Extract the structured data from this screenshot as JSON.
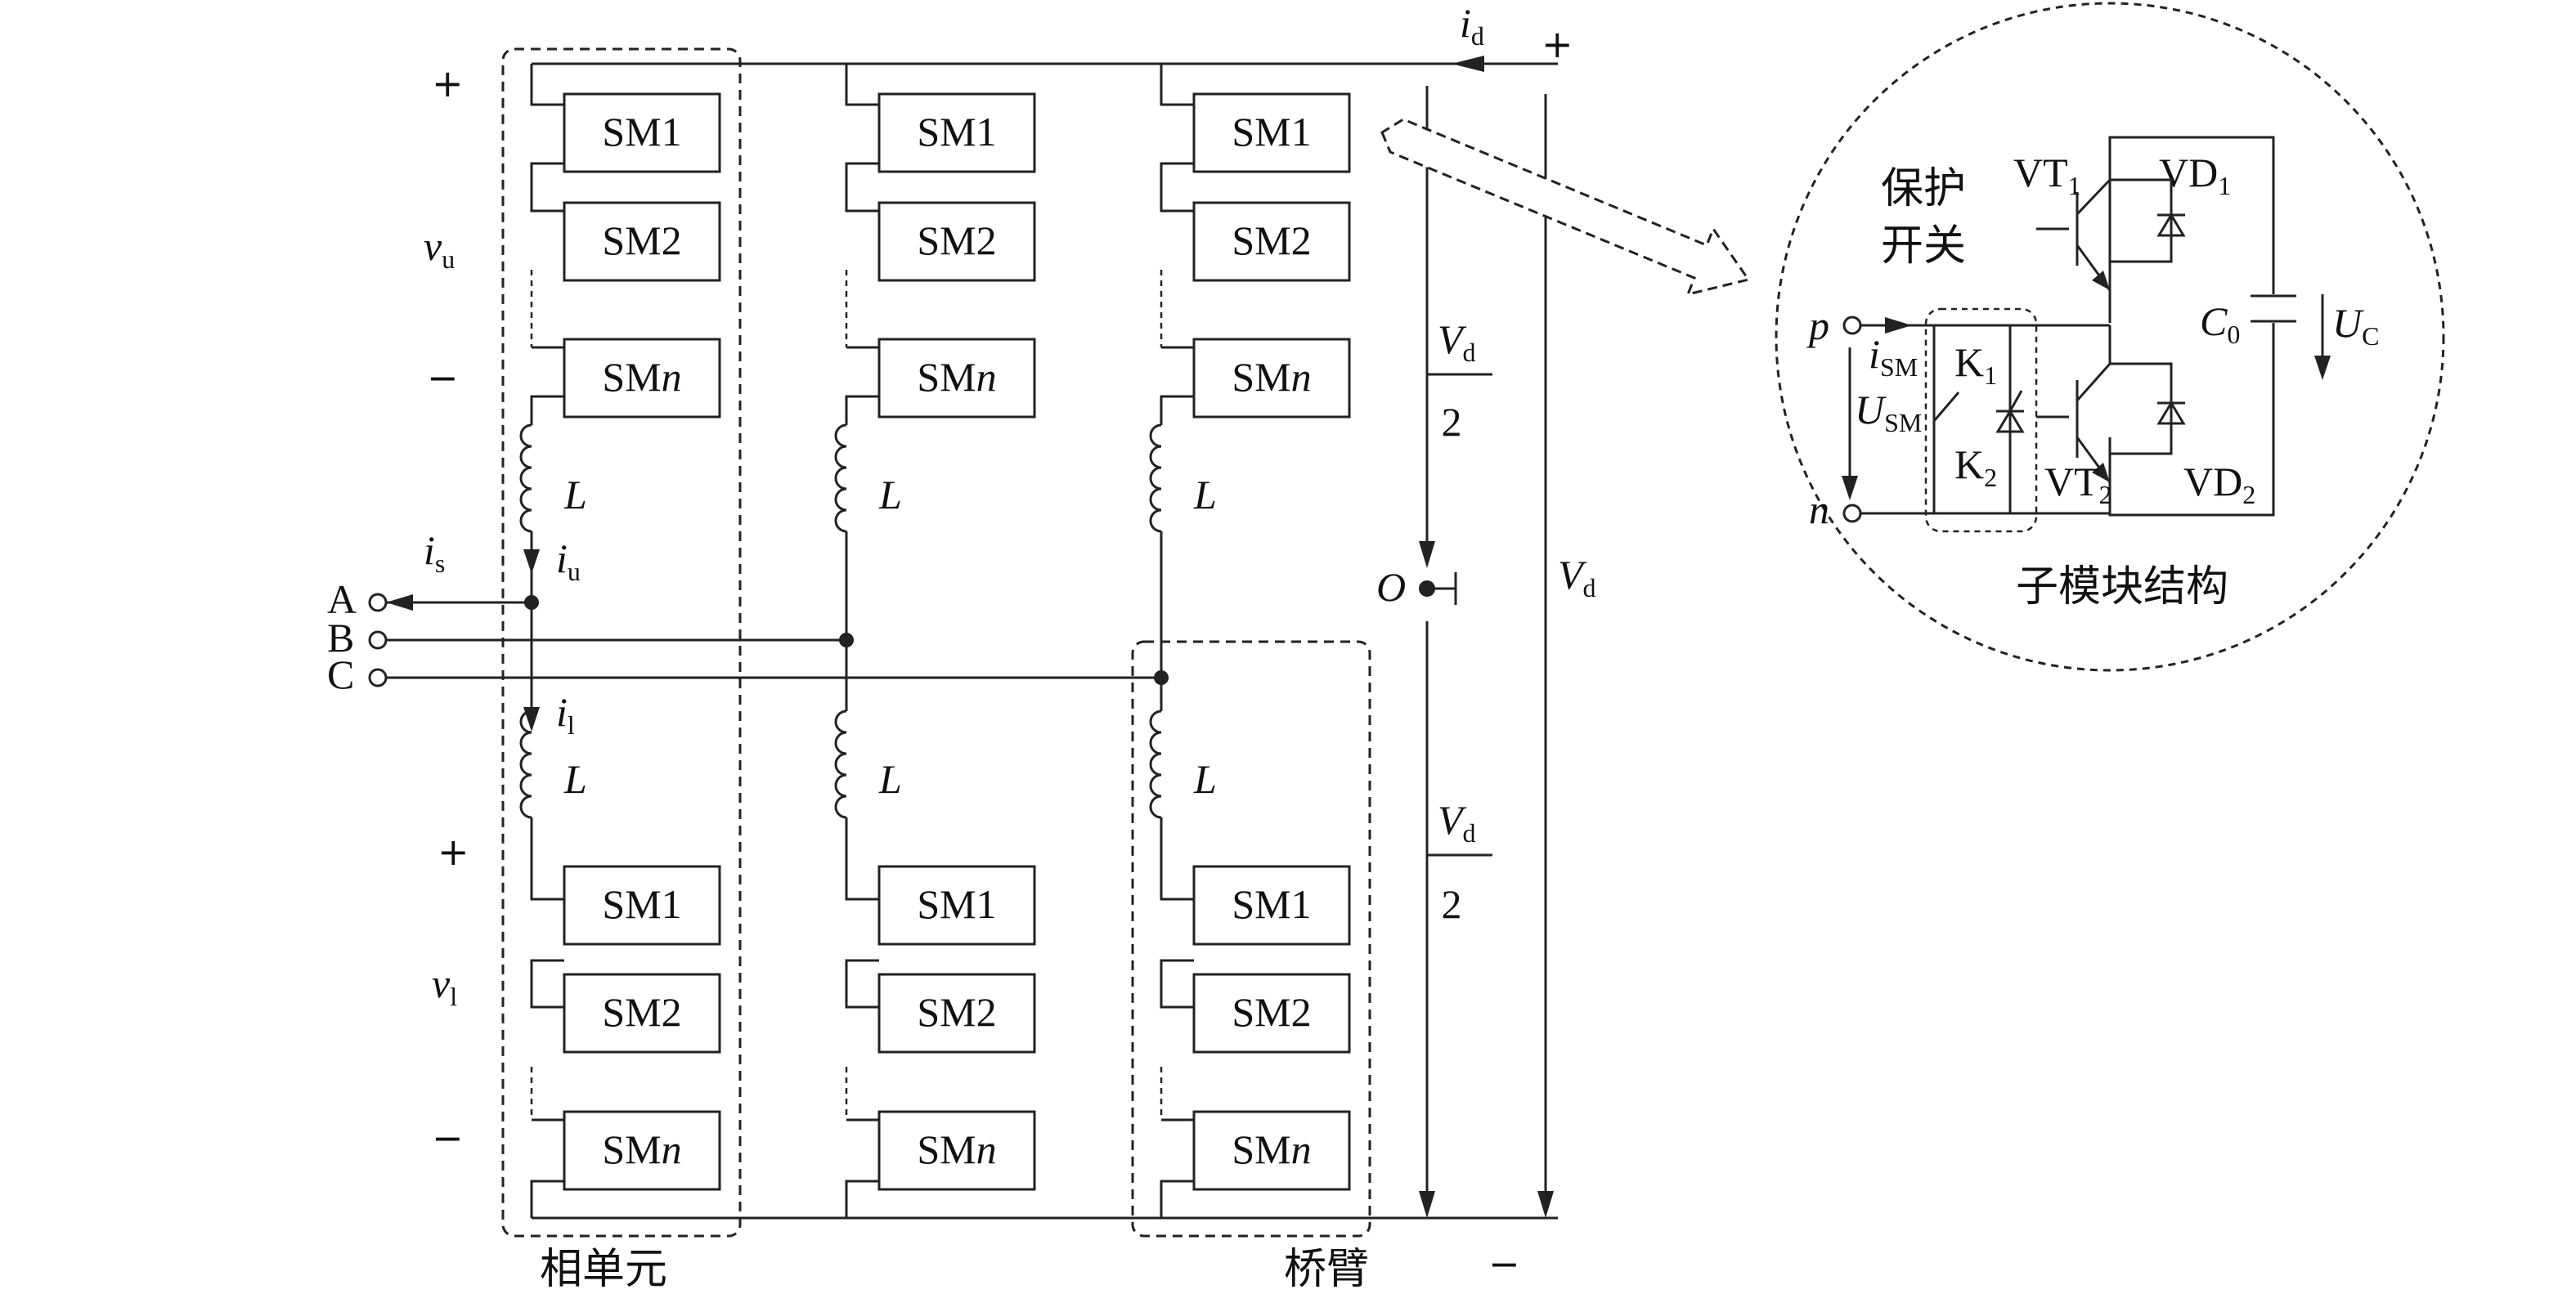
{
  "modules": {
    "sm1": "SM1",
    "sm2": "SM2",
    "smn_prefix": "SM",
    "smn_var": "n"
  },
  "labels": {
    "inductor": "L",
    "phase_unit": "相单元",
    "bridge_arm": "桥臂",
    "plus": "+",
    "minus": "−",
    "terminal_a": "A",
    "terminal_b": "B",
    "terminal_c": "C",
    "neutral": "O",
    "v": "v",
    "v_u_sub": "u",
    "v_l_sub": "l",
    "i": "i",
    "i_s_sub": "s",
    "i_u_sub": "u",
    "i_l_sub": "l",
    "i_d_sub": "d",
    "V": "V",
    "V_d_sub": "d",
    "two": "2"
  },
  "submodule": {
    "title": "子模块结构",
    "protect_line1": "保护",
    "protect_line2": "开关",
    "vt": "VT",
    "vd": "VD",
    "sub1": "1",
    "sub2": "2",
    "sub0": "0",
    "k": "K",
    "c": "C",
    "u": "U",
    "u_c_sub": "C",
    "sm_sub": "SM",
    "p": "p",
    "n": "n",
    "i": "i"
  }
}
